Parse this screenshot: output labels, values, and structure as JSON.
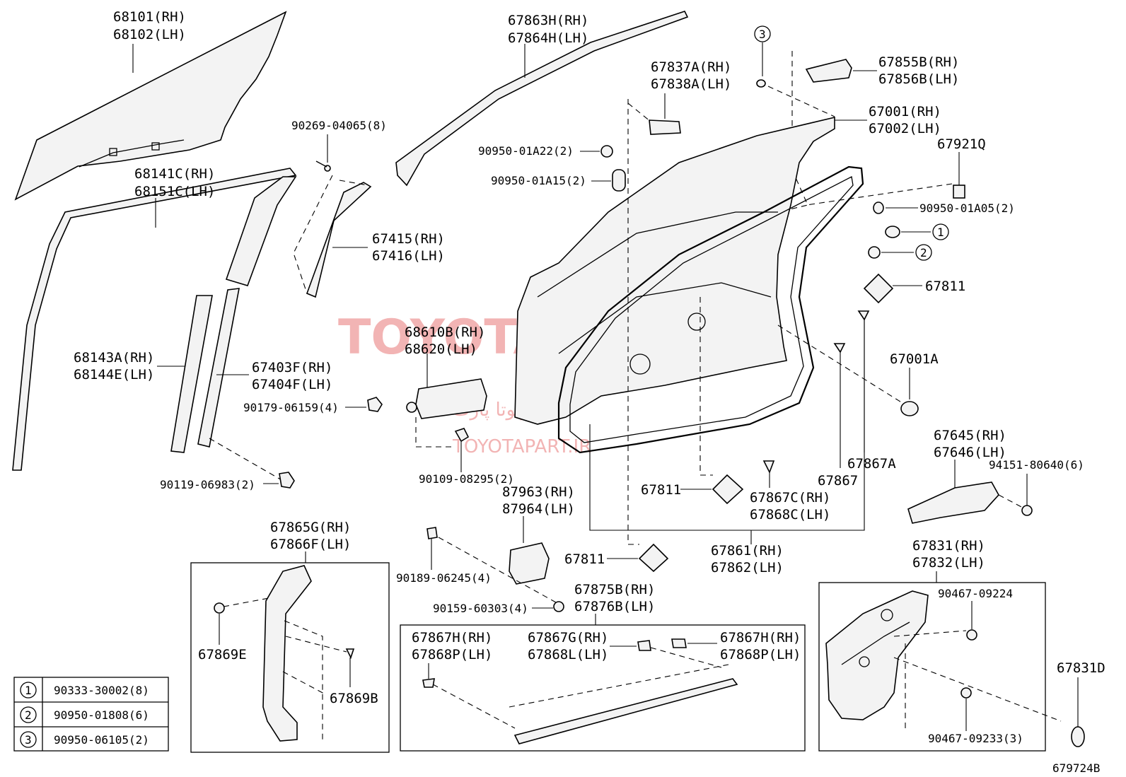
{
  "watermark": {
    "brand": "TOYOTAPARTS",
    "url": "TOYOTAPART.IR",
    "persian": "تویوتا پارت"
  },
  "labels": {
    "l68101": "68101(RH)",
    "l68102": "68102(LH)",
    "l67863h": "67863H(RH)",
    "l67864h": "67864H(LH)",
    "l90269": "90269-04065(8)",
    "l68141c": "68141C(RH)",
    "l68151c": "68151C(LH)",
    "l67415": "67415(RH)",
    "l67416": "67416(LH)",
    "l68143a": "68143A(RH)",
    "l68144e": "68144E(LH)",
    "l67403f": "67403F(RH)",
    "l67404f": "67404F(LH)",
    "l90179": "90179-06159(4)",
    "l90119": "90119-06983(2)",
    "l68610b": "68610B(RH)",
    "l68620": "68620(LH)",
    "l90109": "90109-08295(2)",
    "l87963": "87963(RH)",
    "l87964": "87964(LH)",
    "l90189": "90189-06245(4)",
    "l90159": "90159-60303(4)",
    "l67837a": "67837A(RH)",
    "l67838a": "67838A(LH)",
    "l90950a22": "90950-01A22(2)",
    "l90950a15": "90950-01A15(2)",
    "l67855b": "67855B(RH)",
    "l67856b": "67856B(LH)",
    "l67001": "67001(RH)",
    "l67002": "67002(LH)",
    "l67921q": "67921Q",
    "l90950a05": "90950-01A05(2)",
    "l67811a": "67811",
    "l67811b": "67811",
    "l67811c": "67811",
    "l67001a": "67001A",
    "l67867a": "67867A",
    "l67867": "67867",
    "l67867c": "67867C(RH)",
    "l67868c": "67868C(LH)",
    "l67861": "67861(RH)",
    "l67862": "67862(LH)",
    "l67645": "67645(RH)",
    "l67646": "67646(LH)",
    "l94151": "94151-80640(6)",
    "l67831": "67831(RH)",
    "l67832": "67832(LH)",
    "l90467a": "90467-09224",
    "l90467b": "90467-09233(3)",
    "l67831d": "67831D",
    "l67865g": "67865G(RH)",
    "l67866f": "67866F(LH)",
    "l67869e": "67869E",
    "l67869b": "67869B",
    "l67875b": "67875B(RH)",
    "l67876b": "67876B(LH)",
    "l67867h1": "67867H(RH)",
    "l67868p1": "67868P(LH)",
    "l67867g": "67867G(RH)",
    "l67868l": "67868L(LH)",
    "l67867h2": "67867H(RH)",
    "l67868p2": "67868P(LH)",
    "ref": "679724B"
  },
  "callouts": {
    "c1": "1",
    "c2": "2",
    "c3": "3"
  },
  "legend": [
    {
      "num": "1",
      "part": "90333-30002(8)"
    },
    {
      "num": "2",
      "part": "90950-01808(6)"
    },
    {
      "num": "3",
      "part": "90950-06105(2)"
    }
  ]
}
